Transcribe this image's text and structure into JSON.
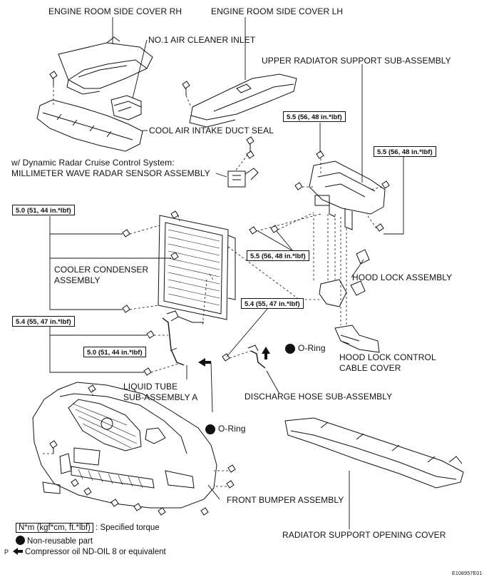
{
  "labels": {
    "engine_cover_rh": "ENGINE ROOM SIDE COVER RH",
    "engine_cover_lh": "ENGINE ROOM SIDE COVER LH",
    "air_cleaner_inlet": "NO.1 AIR CLEANER INLET",
    "upper_radiator_support": "UPPER RADIATOR SUPPORT SUB-ASSEMBLY",
    "cool_air_intake_seal": "COOL AIR INTAKE DUCT SEAL",
    "radar_condition": "w/ Dynamic Radar Cruise Control System:",
    "radar_sensor": "MILLIMETER WAVE RADAR SENSOR ASSEMBLY",
    "cooler_condenser_1": "COOLER CONDENSER",
    "cooler_condenser_2": "ASSEMBLY",
    "hood_lock": "HOOD LOCK ASSEMBLY",
    "hood_lock_cover_1": "HOOD LOCK CONTROL",
    "hood_lock_cover_2": "CABLE COVER",
    "o_ring_1": "O-Ring",
    "o_ring_2": "O-Ring",
    "liquid_tube_1": "LIQUID TUBE",
    "liquid_tube_2": "SUB-ASSEMBLY A",
    "discharge_hose": "DISCHARGE HOSE SUB-ASSEMBLY",
    "front_bumper": "FRONT BUMPER ASSEMBLY",
    "radiator_opening_cover": "RADIATOR SUPPORT OPENING COVER"
  },
  "torque": {
    "t1": "5.5 (56, 48 in.*lbf)",
    "t2": "5.5 (56, 48 in.*lbf)",
    "t3": "5.0 (51, 44 in.*lbf)",
    "t4": "5.5 (56, 48 in.*lbf)",
    "t5": "5.4 (55, 47 in.*lbf)",
    "t6": "5.4 (55, 47 in.*lbf)",
    "t7": "5.0 (51, 44 in.*lbf)"
  },
  "legend": {
    "torque_box": "N*m (kgf*cm, ft.*lbf)",
    "torque_desc": ": Specified torque",
    "non_reusable": "Non-reusable part",
    "p_letter": "P",
    "compressor_oil": "Compressor oil ND-OIL 8 or equivalent"
  },
  "figure_ref": "E108957E01"
}
